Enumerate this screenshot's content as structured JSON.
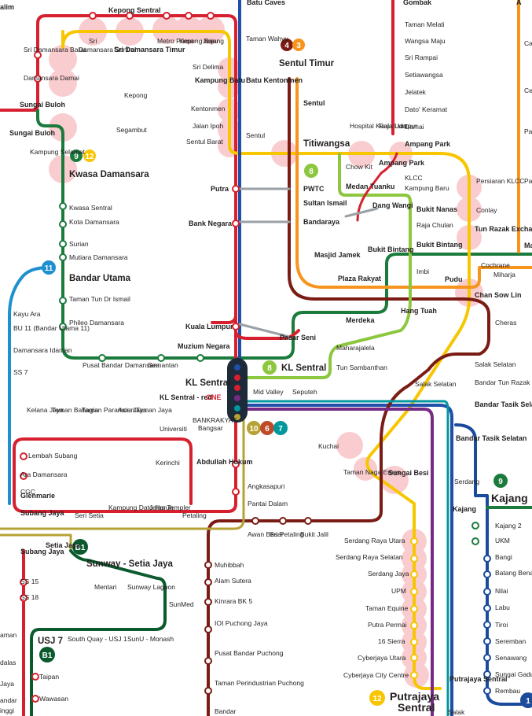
{
  "colors": {
    "kelana_jaya": "#d6202f",
    "ampang": "#f7941d",
    "sri_petaling": "#7a1c14",
    "kajang": "#1b7b3d",
    "putrajaya": "#f7c600",
    "sentul_port_klang": "#1f4fa8",
    "kl_monorail": "#8dc63f",
    "klia_ekspres": "#762a83",
    "klia_transit": "#00979d",
    "skypark": "#1e90d0",
    "bukit_bintang_bru": "#1d5c2c",
    "brt_sunway": "#0b5a2e",
    "seremban": "#1a4b9c",
    "highlight": "#f5a3a8"
  },
  "badges": {
    "b43_a": "4",
    "b43_b": "3",
    "b912_a": "9",
    "b912_b": "12",
    "b8_monorail": "8",
    "b11": "11",
    "b8_klsentral": "8",
    "b10": "10",
    "b6": "6",
    "b7": "7",
    "b9_kajang": "9",
    "bB1_setia": "B1",
    "bB1_usj": "B1",
    "b12_putrajaya": "12",
    "b1_right": "1"
  },
  "top": {
    "alim": "alim",
    "kepong_sentral": "Kepong Sentral",
    "batu_caves": "Batu Caves",
    "gombak": "Gombak",
    "a_edge": "A"
  },
  "stations": {
    "sri": "Sri",
    "damansara_sentral": "Damansara Sentral",
    "sri_damansara_timur": "Sri Damansara Timur",
    "metro_prima": "Metro Prima",
    "kepong_baru": "Kepong Baru",
    "jinjang": "Jinjang",
    "taman_wahyu": "Taman Wahyu",
    "sri_damansara_barat": "Sri Damansara Barat",
    "damansara_damai": "Damansara Damai",
    "sungai_buloh_1": "Sungai Buloh",
    "sungai_buloh_2": "Sungai Buloh",
    "kepong": "Kepong",
    "segambut": "Segambut",
    "sri_delima": "Sri Delima",
    "kampung_batu": "Kampung Batu",
    "batu_kentonmen": "Batu Kentonmen",
    "kentonmen": "Kentonmen",
    "jalan_ipoh": "Jalan Ipoh",
    "sentul_barat": "Sentul Barat",
    "sentul": "Sentul",
    "sentul_timur": "Sentul Timur",
    "sentul_2": "Sentul",
    "titiwangsa": "Titiwangsa",
    "hospital_kl": "Hospital Kuala Lumpur",
    "raja_uda": "Raja Uda",
    "ampang_park": "Ampang Park",
    "taman_melati": "Taman Melati",
    "wangsa_maju": "Wangsa Maju",
    "sri_rampai": "Sri Rampai",
    "setiawangsa": "Setiawangsa",
    "jelatek": "Jelatek",
    "dato_keramat": "Dato' Keramat",
    "damai": "Damai",
    "kampung_selamat": "Kampung Selamat",
    "kwasa_damansara": "Kwasa Damansara",
    "chow_kit": "Chow Kit",
    "medan_tuanku": "Medan Tuanku",
    "ampang_park_2": "Ampang Park",
    "klcc": "KLCC",
    "kampung_baru": "Kampung Baru",
    "persiaran_klcc": "Persiaran KLCC",
    "putra": "Putra",
    "pwtc": "PWTC",
    "sultan_ismail": "Sultan Ismail",
    "dang_wangi": "Dang Wangi",
    "bukit_nanas": "Bukit Nanas",
    "conlay": "Conlay",
    "kwasa_sentral": "Kwasa Sentral",
    "bank_negara": "Bank Negara",
    "bandaraya": "Bandaraya",
    "raja_chulan": "Raja Chulan",
    "kota_damansara": "Kota Damansara",
    "tun_razak_exchange": "Tun Razak Exchange (TRX)",
    "surian": "Surian",
    "masjid_jamek": "Masjid Jamek",
    "bukit_bintang": "Bukit Bintang",
    "bukit_bintang_2": "Bukit Bintang",
    "mutiara_damansara": "Mutiara Damansara",
    "cochrane": "Cochrane",
    "bandar_utama": "Bandar Utama",
    "imbi": "Imbi",
    "pudu": "Pudu",
    "miharja": "Miharja",
    "plaza_rakyat": "Plaza Rakyat",
    "taman_tun_dr_ismail": "Taman Tun Dr Ismail",
    "chan_sow_lin": "Chan Sow Lin",
    "kayu_ara": "Kayu Ara",
    "hang_tuah": "Hang Tuah",
    "merdeka": "Merdeka",
    "bu11": "BU 11 (Bandar Utama 11)",
    "cheras": "Cheras",
    "phileo_damansara": "Phileo Damansara",
    "kuala_lumpur": "Kuala Lumpur",
    "pasar_seni": "Pasar Seni",
    "damansara_idaman": "Damansara Idaman",
    "muzium_negara": "Muzium Negara",
    "maharajalela": "Maharajalela",
    "ss7": "SS 7",
    "pusat_bandar_damansara": "Pusat Bandar Damansara",
    "semantan": "Semantan",
    "kl_sentral": "KL Sentral",
    "tun_sambanthan": "Tun Sambanthan",
    "salak_selatan": "Salak Selatan",
    "kl_sentral_2": "KL Sentral",
    "bandar_tun_razak": "Bandar Tun Razak",
    "mid_valley": "Mid Valley",
    "seputeh": "Seputeh",
    "salak_selatan_2": "Salak Selatan",
    "kl_sentral_redone": "KL Sentral - red",
    "kelana_jaya": "Kelana Jaya",
    "taman_bahagia": "Taman Bahagia",
    "taman_paramount": "Taman Paramount",
    "asia_jaya": "Asia Jaya",
    "taman_jaya": "Taman Jaya",
    "universiti": "Universiti",
    "bangsar": "Bangsar",
    "bandar_tasik_selatan": "Bandar Tasik Selatan",
    "lembah_subang": "Lembah Subang",
    "bandar_tasik_selatan_2": "Bandar Tasik Selatan",
    "kerinchi": "Kerinchi",
    "abdullah_hukum": "Abdullah Hukum",
    "kuchai": "Kuchai",
    "ara_damansara": "Ara Damansara",
    "glenmarie": "Glenmarie",
    "taman_naga_emas": "Taman Naga Emas",
    "sungai_besi": "Sungai Besi",
    "serdang": "Serdang",
    "kajang": "Kajang",
    "kajang_2": "Kajang",
    "angkasapuri": "Angkasapuri",
    "subang_jaya": "Subang Jaya",
    "seri_setia": "Seri Setia",
    "kampung_dato_harun": "Kampung Dato Harun",
    "jalan_templer": "Jalan Templer",
    "petaling": "Petaling",
    "pantai_dalam": "Pantai Dalam",
    "kajang2": "Kajang 2",
    "awan_besar": "Awan Besar",
    "sri_petaling": "Sri Petaling",
    "bukit_jalil": "Bukit Jalil",
    "serdang_raya_utara": "Serdang Raya Utara",
    "ukm": "UKM",
    "setia_jaya": "Setia Jaya",
    "subang_jaya_2": "Subang Jaya",
    "sunway_setia_jaya": "Sunway - Setia Jaya",
    "serdang_raya_selatan": "Serdang Raya Selatan",
    "bangi": "Bangi",
    "muhibbah": "Muhibbah",
    "mentari": "Mentari",
    "sunway_lagoon": "Sunway Lagoon",
    "serdang_jaya": "Serdang Jaya",
    "batang_benar": "Batang Benar",
    "ss15": "SS 15",
    "alam_sutera": "Alam Sutera",
    "upm": "UPM",
    "nilai": "Nilai",
    "ss18": "SS 18",
    "sunmed": "SunMed",
    "kinrara_bk5": "Kinrara BK 5",
    "taman_equine": "Taman Equine",
    "labu": "Labu",
    "ioi_puchong_jaya": "IOI Puchong Jaya",
    "putra_permai": "Putra Permai",
    "tiroi": "Tiroi",
    "usj7": "USJ 7",
    "south_quay": "South Quay - USJ 1",
    "sunu_monash": "SunU - Monash",
    "16_sierra": "16 Sierra",
    "seremban": "Seremban",
    "pusat_bandar_puchong": "Pusat Bandar Puchong",
    "cyberjaya_utara": "Cyberjaya Utara",
    "senawang": "Senawang",
    "sungai_gadut": "Sungai Gadut",
    "taipan": "Taipan",
    "cyberjaya_city_centre": "Cyberjaya City Centre",
    "putrajaya_sentral": "Putrajaya Sentral",
    "rembau": "Rembau",
    "taman_perindustrian_puchong": "Taman Perindustrian Puchong",
    "putrajaya": "Putrajaya",
    "sentral": "Sentral",
    "wawasan": "Wawasan",
    "bandar_bottom": "Bandar",
    "salak_bottom": "Salak",
    "edge_left_1": "aman",
    "edge_left_2": "dalas",
    "edge_left_3": "Jaya",
    "edge_left_4": "andar",
    "edge_left_5": "inggi",
    "edge_right_ca": "Ca",
    "edge_right_ce": "Ce",
    "edge_right_pa": "Pa",
    "edge_right_pa2": "Pa",
    "edge_right_ma": "Ma"
  },
  "logos": {
    "redone": "ONE",
    "bank_rakyat": "BANKRAKYAT",
    "cgc": "CGC"
  }
}
